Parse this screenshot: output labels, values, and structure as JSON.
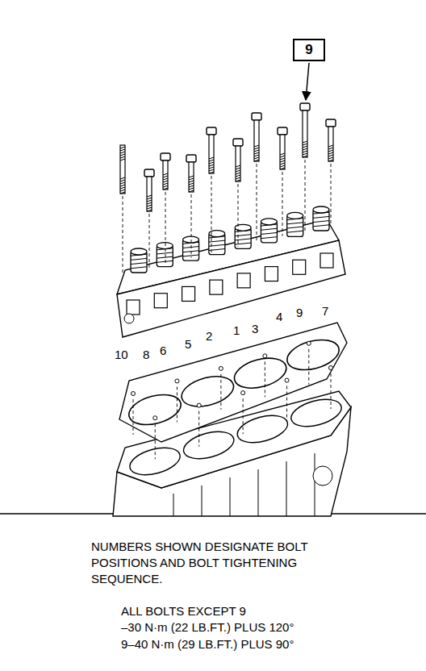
{
  "diagram": {
    "nodes": [
      {
        "text": [
          "9"
        ]
      }
    ],
    "labels": [
      "10",
      "8",
      "6",
      "5",
      "2",
      "1",
      "3",
      "4",
      "9",
      "7",
      "NUMBERS SHOWN DESIGNATE BOLT POSITIONS AND BOLT TIGHTENING SEQUENCE.",
      "ALL BOLTS EXCEPT 9",
      "–30 N·m (22 LB.FT.) PLUS 120°",
      "9–40 N·m (29 LB.FT.) PLUS 90°"
    ]
  }
}
